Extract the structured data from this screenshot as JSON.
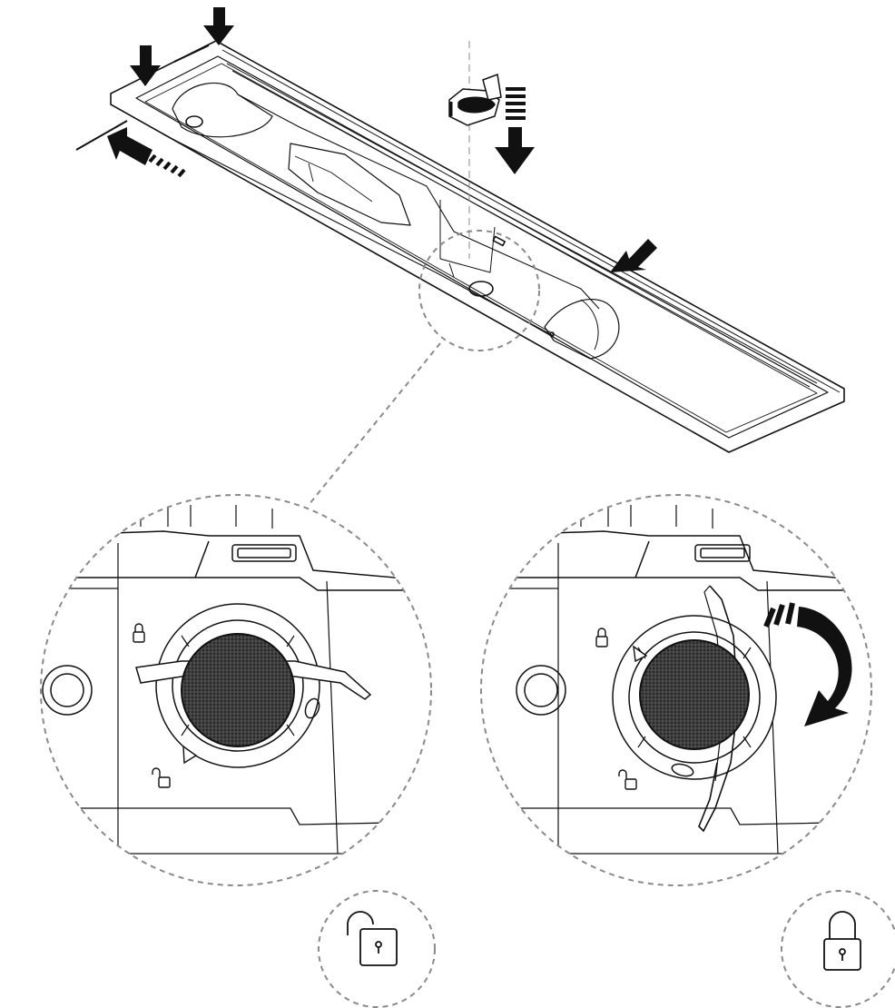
{
  "figure": {
    "background": "#ffffff",
    "line_color": "#111111",
    "dash_color": "#8a8a8a",
    "mesh_color": "#2a2a2a"
  },
  "panels": [
    {
      "name": "overview",
      "content": "drain-channel-assembly"
    },
    {
      "name": "detail-locked",
      "handle_orientation": "horizontal",
      "indicator_icon": "unlocked-padlock-icon"
    },
    {
      "name": "detail-unlocked",
      "handle_orientation": "vertical",
      "rotation": "clockwise",
      "indicator_icon": "locked-padlock-icon"
    }
  ],
  "icons": [
    "down-arrow-icon",
    "left-arrow-icon",
    "rotate-clockwise-icon",
    "lock-icon",
    "unlock-icon",
    "padlock-icon"
  ]
}
